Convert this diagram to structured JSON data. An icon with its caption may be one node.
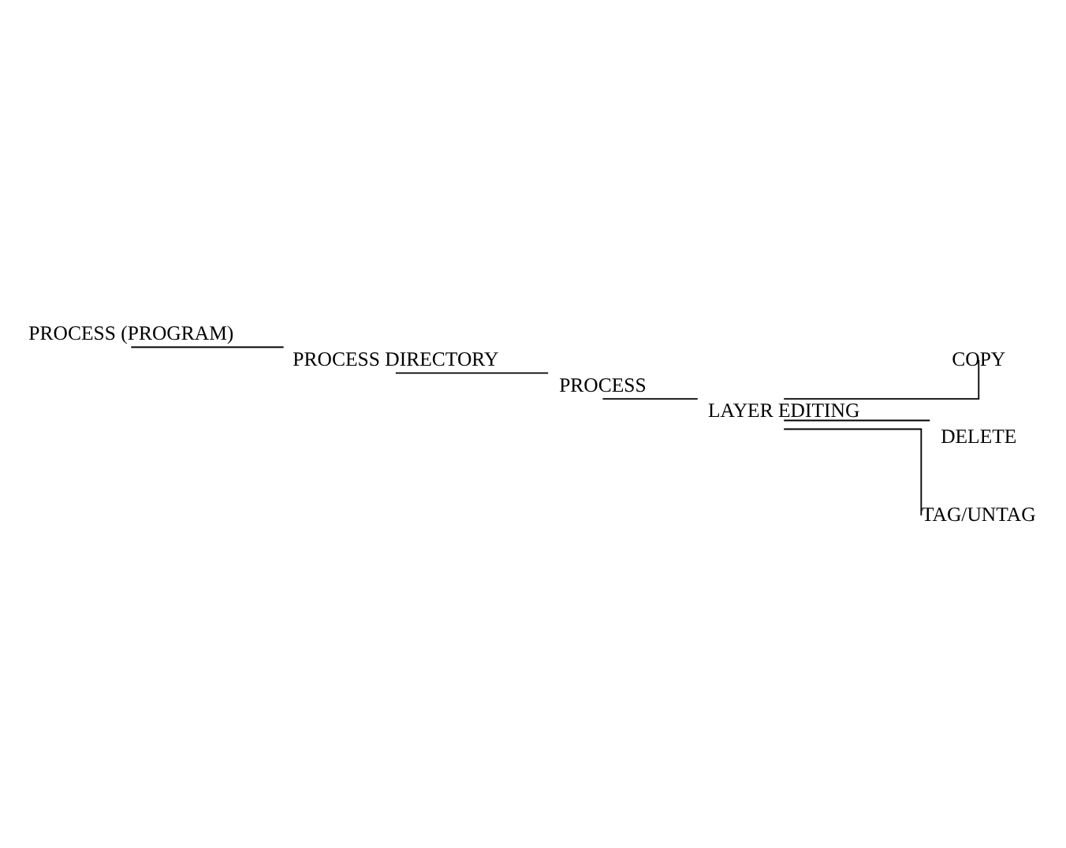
{
  "diagram": {
    "nodes": [
      {
        "text": [
          "PROCESS (PROGRAM)"
        ]
      },
      {
        "text": [
          "PROCESS DIRECTORY"
        ]
      },
      {
        "text": [
          "PROCESS"
        ]
      },
      {
        "text": [
          "LAYER EDITING"
        ]
      },
      {
        "text": [
          "COPY"
        ]
      },
      {
        "text": [
          "DELETE"
        ]
      },
      {
        "text": [
          "TAG/UNTAG"
        ]
      }
    ],
    "edges": [
      {
        "from": 0,
        "to": 1,
        "arrow": "none"
      },
      {
        "from": 1,
        "to": 2,
        "arrow": "none"
      },
      {
        "from": 2,
        "to": 3,
        "arrow": "none"
      },
      {
        "from": 3,
        "to": 4,
        "arrow": "none"
      },
      {
        "from": 3,
        "to": 5,
        "arrow": "none"
      },
      {
        "from": 3,
        "to": 6,
        "arrow": "none"
      }
    ]
  }
}
